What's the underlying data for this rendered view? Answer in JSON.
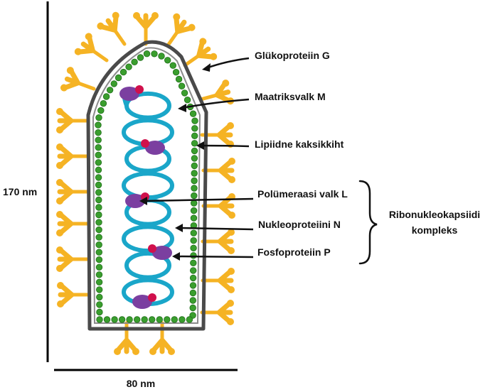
{
  "dimensions": {
    "height": "170 nm",
    "width": "80 nm"
  },
  "labels": {
    "glycoprotein": "Glükoproteiin G",
    "matrix": "Maatriksvalk M",
    "lipid": "Lipiidne kaksikkiht",
    "polymerase": "Polümeraasi valk L",
    "nucleoprotein": "Nukleoproteiini N",
    "phosphoprotein": "Fosfoproteiin P"
  },
  "complex": {
    "line1": "Ribonukleokapsiidi",
    "line2": "kompleks"
  },
  "colors": {
    "envelope": "#4a4a4a",
    "membrane_bead": "#3a9e2e",
    "glycoprotein": "#f5b324",
    "helix": "#1aa6c9",
    "protein_L": "#7b3fa0",
    "protein_P": "#d0104c"
  }
}
